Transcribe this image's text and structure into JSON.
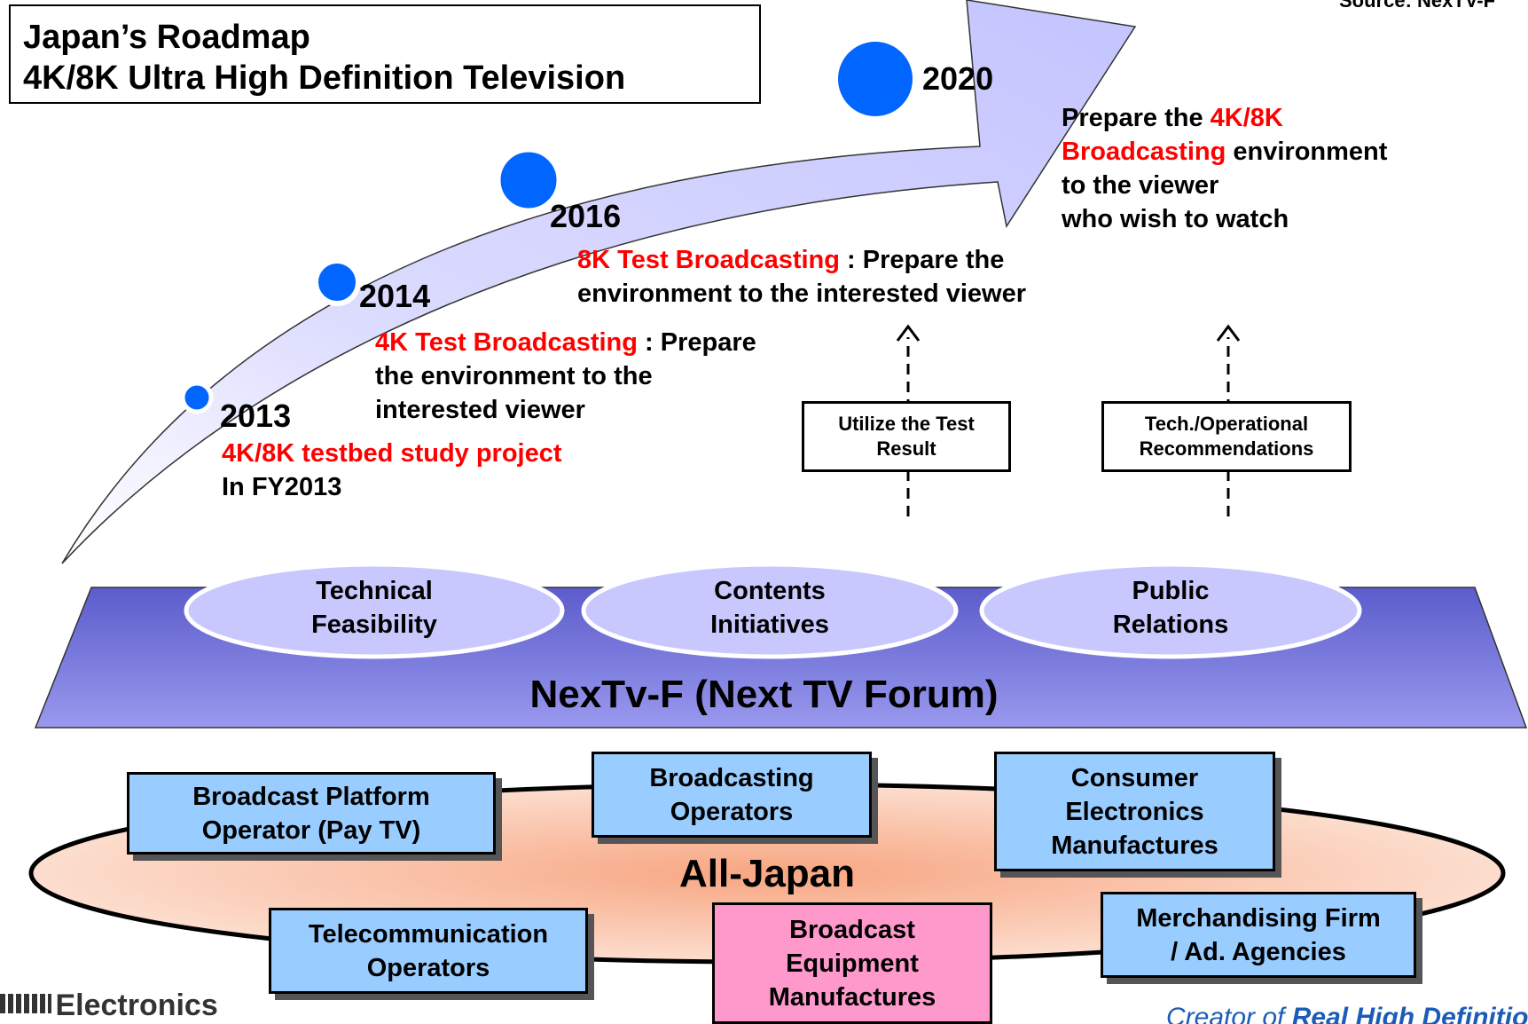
{
  "title": {
    "line1": "Japan’s Roadmap",
    "line2": "4K/8K Ultra High Definition Television"
  },
  "source": "Source: NexTV-F",
  "milestones": {
    "y2013": {
      "year": "2013",
      "highlight": "4K/8K testbed study project",
      "text": "In FY2013"
    },
    "y2014": {
      "year": "2014",
      "highlight": "4K Test Broadcasting",
      "text1": " : Prepare",
      "text2": "the environment to the",
      "text3": "interested viewer"
    },
    "y2016": {
      "year": "2016",
      "highlight": "8K Test Broadcasting",
      "text1": " : Prepare the",
      "text2": "environment to the interested viewer"
    },
    "y2020": {
      "year": "2020",
      "pre": "Prepare the ",
      "highlight1": "4K/8K",
      "highlight2": "Broadcasting",
      "post": " environment",
      "line3": "to the viewer",
      "line4": "who wish to watch"
    }
  },
  "feedback_boxes": {
    "test_result": {
      "line1": "Utilize the Test",
      "line2": "Result"
    },
    "recommendations": {
      "line1": "Tech./Operational",
      "line2": "Recommendations"
    }
  },
  "forum": {
    "name": "NexTv-F (Next TV Forum)",
    "pillars": [
      {
        "line1": "Technical",
        "line2": "Feasibility"
      },
      {
        "line1": "Contents",
        "line2": "Initiatives"
      },
      {
        "line1": "Public",
        "line2": "Relations"
      }
    ]
  },
  "all_japan": {
    "label": "All-Japan",
    "stakeholders": {
      "platform": {
        "line1": "Broadcast Platform",
        "line2": "Operator (Pay TV)"
      },
      "broadcasting": {
        "line1": "Broadcasting",
        "line2": "Operators"
      },
      "consumer": {
        "line1": "Consumer",
        "line2": "Electronics",
        "line3": "Manufactures"
      },
      "telecom": {
        "line1": "Telecommunication",
        "line2": "Operators"
      },
      "equipment": {
        "line1": "Broadcast",
        "line2": "Equipment",
        "line3": "Manufactures"
      },
      "merch": {
        "line1": "Merchandising Firm",
        "line2": "/ Ad. Agencies"
      }
    }
  },
  "footer": {
    "left": "Electronics",
    "right_prefix": "Creator of ",
    "right_brand": "Real High Definition"
  },
  "colors": {
    "arrow_fill": "#ccccff",
    "milestone_dot": "#0066ff",
    "platform_fill": "#7777dd",
    "stakeholder_blue": "#99ccff",
    "stakeholder_pink": "#ff99cc",
    "all_japan_fill": "#f9b79a",
    "highlight_red": "#ff0000"
  }
}
